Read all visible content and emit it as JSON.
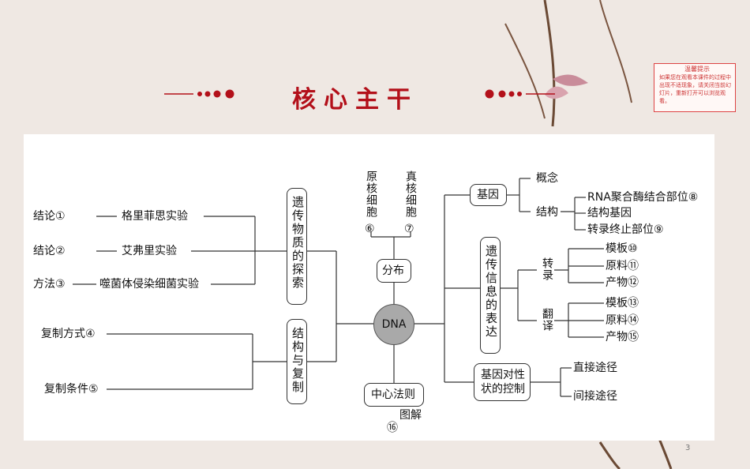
{
  "header": {
    "title": "核心主干",
    "hint_title": "温馨提示",
    "hint_text": "如果您在观看本课件的过程中出现不适现象，请关闭当前幻灯片，重新打开可以浏览观看。"
  },
  "diagram": {
    "center": "DNA",
    "explore_box": "遗传物质的探索",
    "struct_box": "结构与复制",
    "dist_box": "分布",
    "dogma_box": "中心法则",
    "expr_box": "遗传信息的表达",
    "gene_box": "基因",
    "control_box": "基因对性状的控制",
    "left": {
      "conclusion1": "结论①",
      "griffith": "格里菲思实验",
      "conclusion2": "结论②",
      "avery": "艾弗里实验",
      "method3": "方法③",
      "phage": "噬菌体侵染细菌实验",
      "rep_mode": "复制方式④",
      "rep_cond": "复制条件⑤"
    },
    "dist": {
      "prokaryote": "原核细胞",
      "prokaryote_num": "⑥",
      "eukaryote": "真核细胞",
      "eukaryote_num": "⑦"
    },
    "dogma_label": "图解",
    "dogma_num": "⑯",
    "gene": {
      "concept": "概念",
      "structure": "结构",
      "rna_site": "RNA聚合酶结合部位⑧",
      "struct_gene": "结构基因",
      "term_site": "转录终止部位⑨"
    },
    "transcription": {
      "label": "转录",
      "template": "模板⑩",
      "material": "原料⑪",
      "product": "产物⑫"
    },
    "translation": {
      "label": "翻译",
      "template": "模板⑬",
      "material": "原料⑭",
      "product": "产物⑮"
    },
    "control": {
      "direct": "直接途径",
      "indirect": "间接途径"
    }
  },
  "page_number": "3"
}
